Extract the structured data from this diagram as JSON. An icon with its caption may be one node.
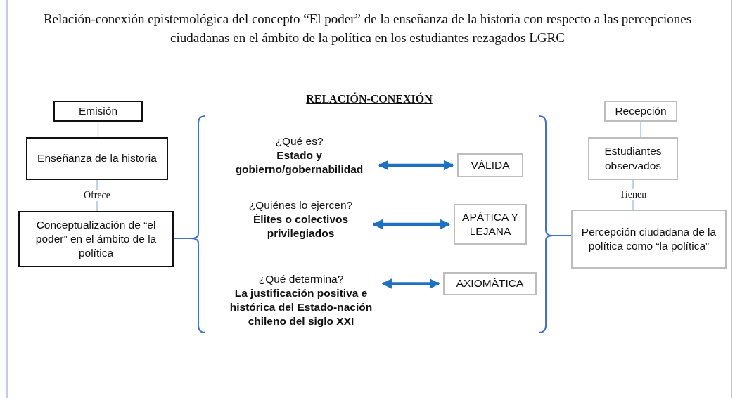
{
  "diagram": {
    "title": "Relación-conexión epistemológica del concepto “El poder” de la enseñanza de la historia con respecto a las percepciones ciudadanas en el ámbito de la política en los estudiantes rezagados LGRC",
    "nodes": [
      {
        "text": [
          "Emisión"
        ]
      },
      {
        "text": [
          "Enseñanza de la historia"
        ]
      },
      {
        "text": [
          "Conceptualización de “el poder” en el ámbito de la política"
        ]
      },
      {
        "text": [
          "¿Qué es?",
          "Estado y gobierno/gobernabilidad"
        ]
      },
      {
        "text": [
          "VÁLIDA"
        ]
      },
      {
        "text": [
          "¿Quiénes lo ejercen?",
          "Élites o colectivos privilegiados"
        ]
      },
      {
        "text": [
          "APÁTICA Y LEJANA"
        ]
      },
      {
        "text": [
          "¿Qué determina?",
          "La justificación positiva e histórica del Estado-nación chileno del siglo XXI"
        ]
      },
      {
        "text": [
          "AXIOMÁTICA"
        ]
      },
      {
        "text": [
          "Recepción"
        ]
      },
      {
        "text": [
          "Estudiantes observados"
        ]
      },
      {
        "text": [
          "Percepción ciudadana de la política como “la política”"
        ]
      }
    ],
    "edges": [
      {
        "from": 0,
        "to": 1,
        "arrow": "none"
      },
      {
        "from": 1,
        "to": 2,
        "arrow": "none",
        "label": "Ofrece"
      },
      {
        "from": 3,
        "to": 4,
        "arrow": "both",
        "style": "thick",
        "color": "#1f70c1"
      },
      {
        "from": 5,
        "to": 6,
        "arrow": "both",
        "style": "thick",
        "color": "#1f70c1"
      },
      {
        "from": 7,
        "to": 8,
        "arrow": "both",
        "style": "thick",
        "color": "#1f70c1"
      },
      {
        "from": 9,
        "to": 10,
        "arrow": "none"
      },
      {
        "from": 10,
        "to": 11,
        "arrow": "none",
        "label": "Tienen"
      }
    ],
    "labels": [
      "RELACIÓN-CONEXIÓN"
    ]
  }
}
